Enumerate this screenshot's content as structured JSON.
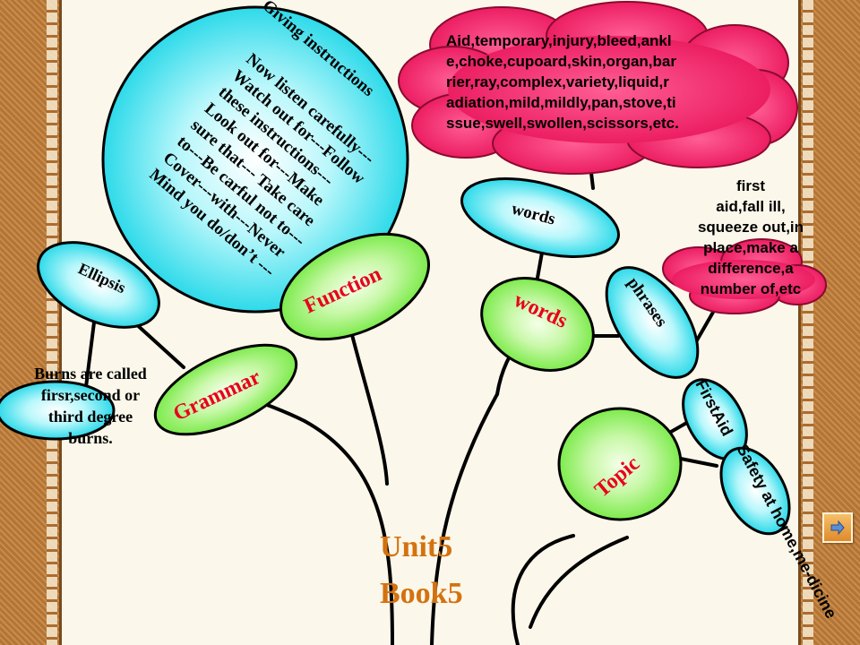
{
  "center": {
    "unit": "Unit5",
    "book": "Book5"
  },
  "branches": {
    "function": "Function",
    "grammar": "Grammar",
    "words_main": "words",
    "words_sub": "words",
    "phrases": "phrases",
    "topic": "Topic",
    "ellipsis": "Ellipsis",
    "first_aid": "FirstAid",
    "safety": "Safety at home,me-dicine",
    "giving_instructions": "Giving instructions"
  },
  "instruction_lines": [
    "Now listen carefully---",
    "Watch out for---Follow",
    "these instructions---",
    "Look out for---Make",
    "sure that--- Take care",
    "to---Be carful not to---",
    "Cover---with---Never",
    "Mind you do/don’t ---"
  ],
  "word_cloud_text": "Aid,temporary,injury,bleed,ankl\ne,choke,cupoard,skin,organ,bar\nrier,ray,complex,variety,liquid,r\nadiation,mild,mildly,pan,stove,ti\nssue,swell,swollen,scissors,etc.",
  "phrase_cloud_text": "first\naid,fall ill,\nsqueeze out,in\nplace,make a\ndifference,a\nnumber of,etc",
  "burns_text": "Burns are called\nfirsr,second or\nthird degree\nburns.",
  "colors": {
    "cyan": "#33e6f2",
    "green": "#8ef066",
    "pink": "#f2185f",
    "red": "#e8001c",
    "orange": "#d4720f"
  },
  "nav_icon": "arrow-right-icon"
}
